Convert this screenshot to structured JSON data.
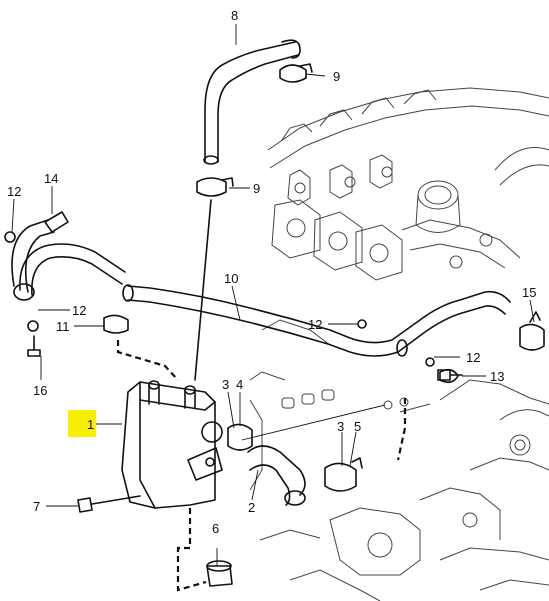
{
  "colors": {
    "highlight": "#f6f000",
    "ink": "#111111",
    "engine": "#444444"
  },
  "callouts": {
    "c1": "1",
    "c2": "2",
    "c3a": "3",
    "c4": "4",
    "c3b": "3",
    "c5": "5",
    "c6": "6",
    "c7": "7",
    "c8": "8",
    "c9a": "9",
    "c9b": "9",
    "c10": "10",
    "c11": "11",
    "c12a": "12",
    "c12b": "12",
    "c12c": "12",
    "c12d": "12",
    "c13": "13",
    "c14": "14",
    "c15": "15",
    "c16": "16"
  }
}
